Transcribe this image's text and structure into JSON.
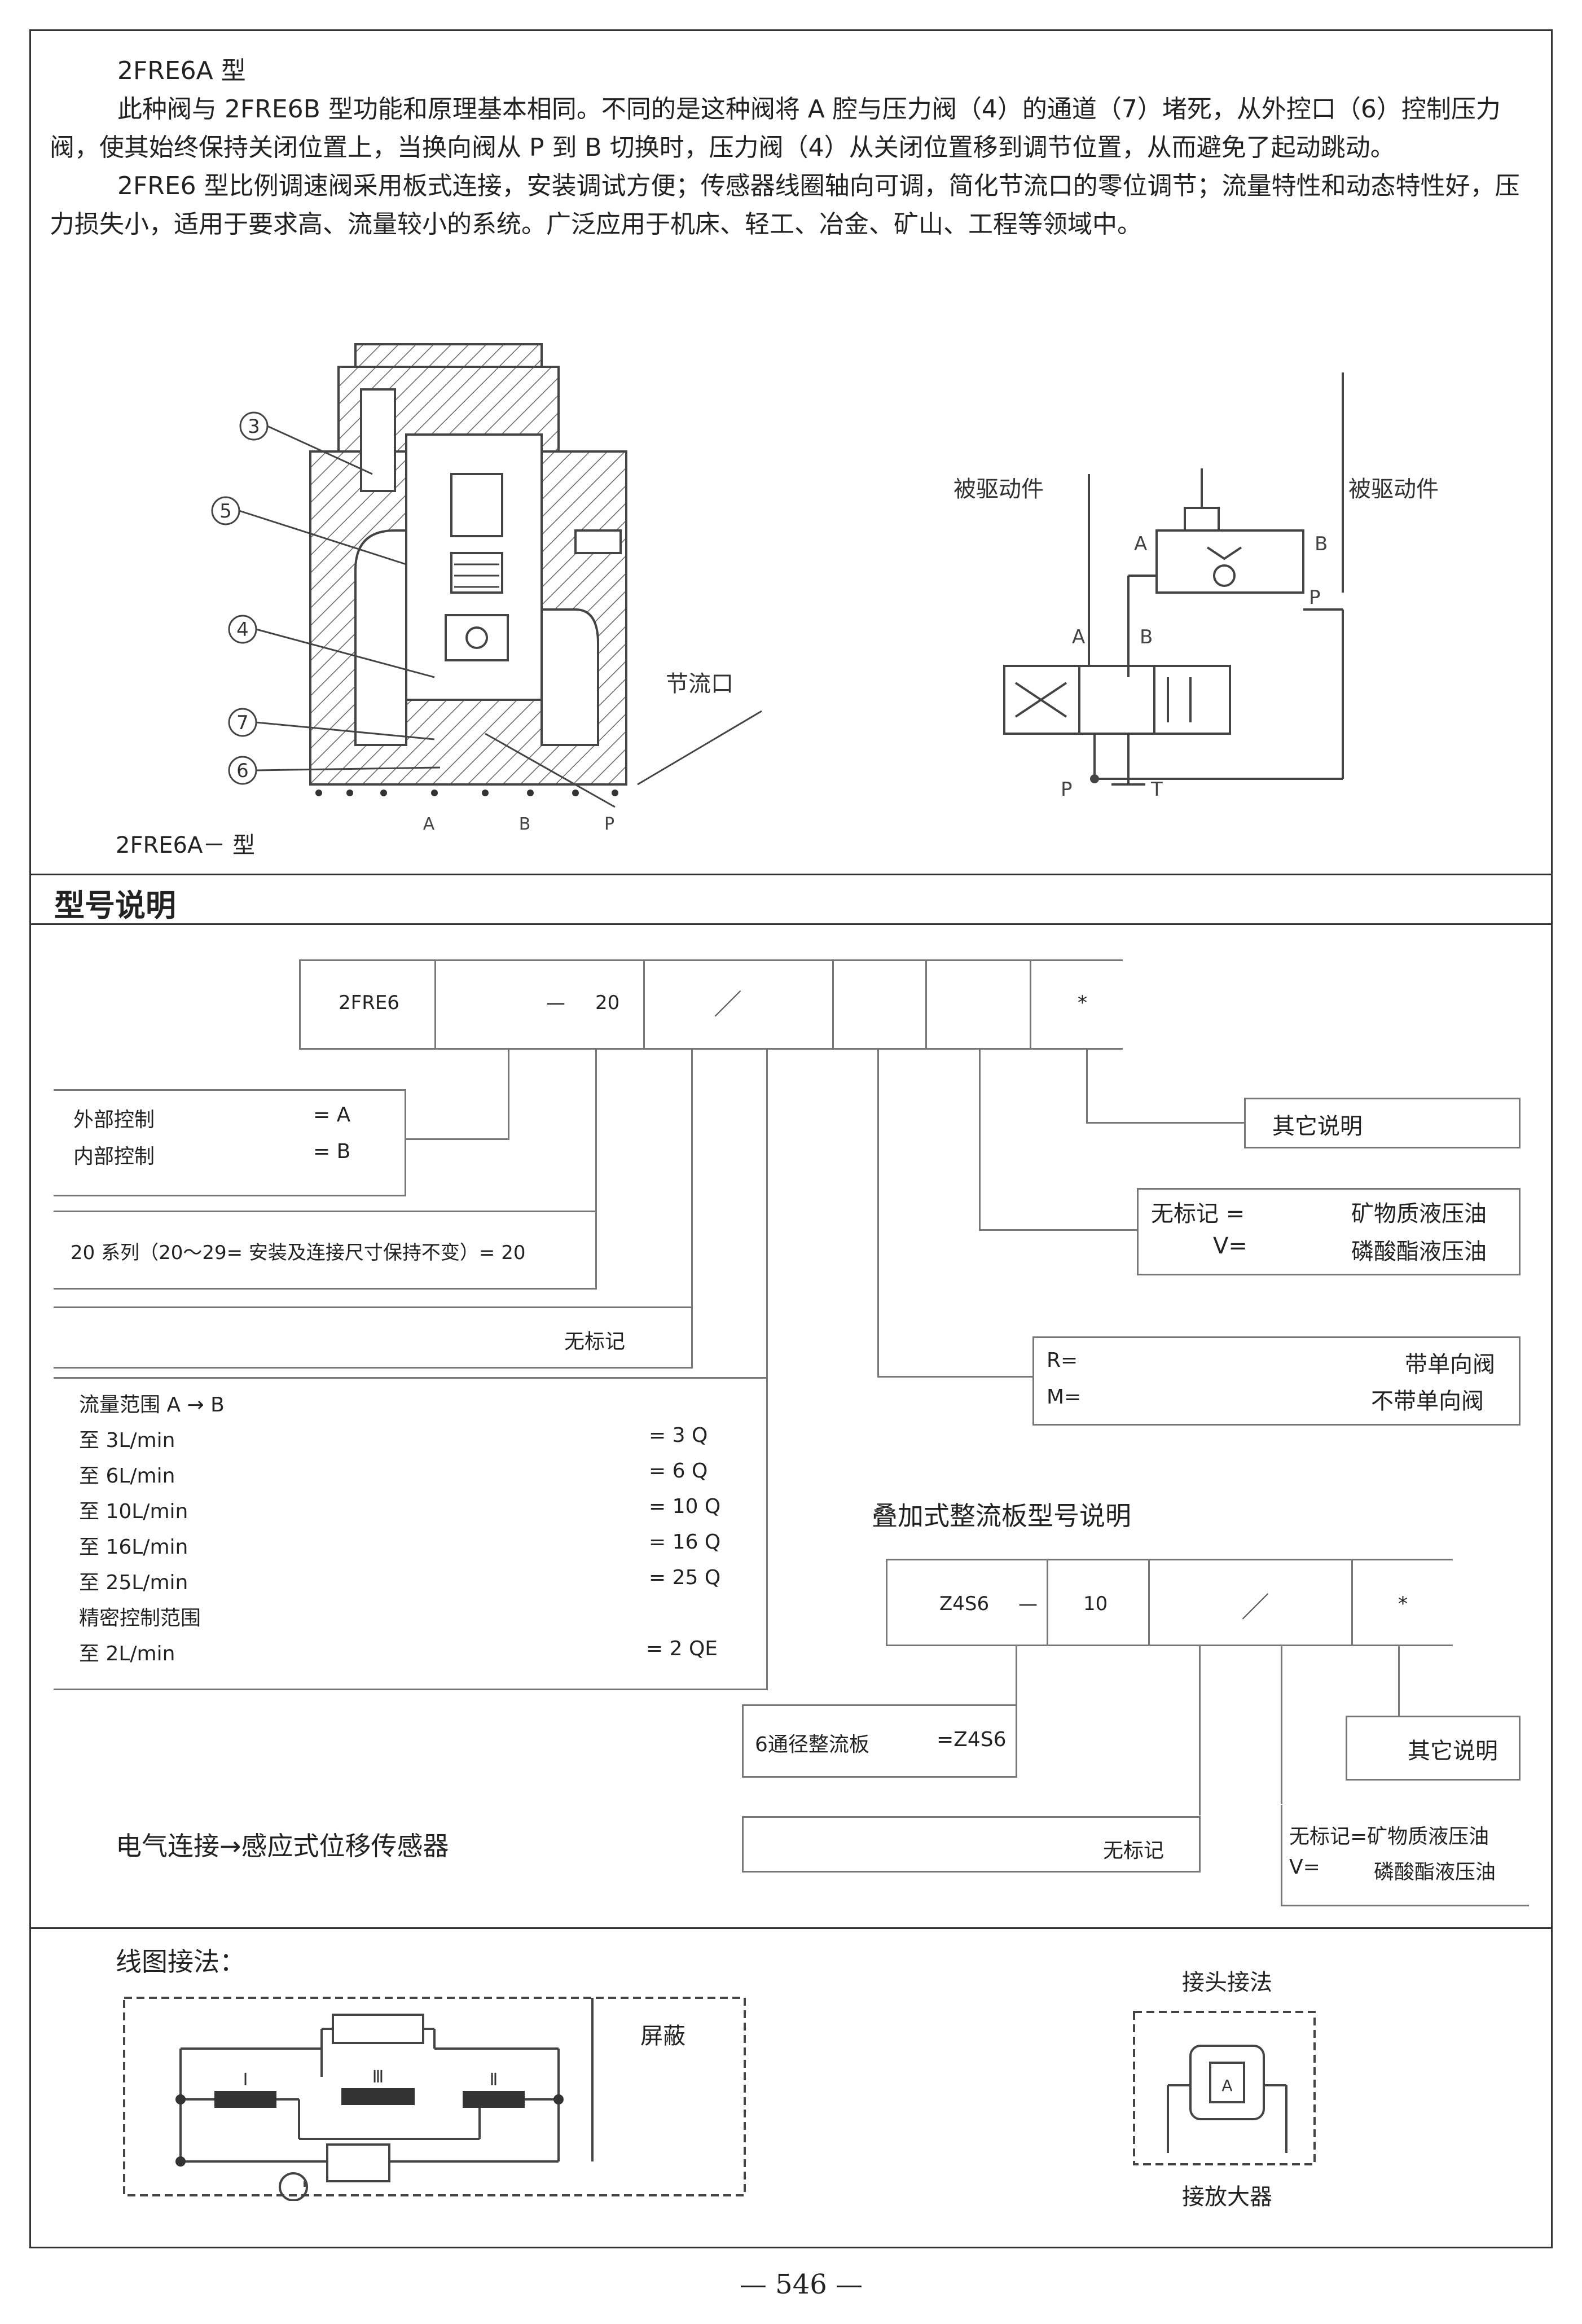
{
  "intro": {
    "heading": "2FRE6A 型",
    "para1": "此种阀与 2FRE6B 型功能和原理基本相同。不同的是这种阀将 A 腔与压力阀（4）的通道（7）堵死，从外控口（6）控制压力阀，使其始终保持关闭位置上，当换向阀从 P 到 B 切换时，压力阀（4）从关闭位置移到调节位置，从而避免了起动跳动。",
    "para2": "2FRE6 型比例调速阀采用板式连接，安装调试方便；传感器线圈轴向可调，简化节流口的零位调节；流量特性和动态特性好，压力损失小，适用于要求高、流量较小的系统。广泛应用于机床、轻工、冶金、矿山、工程等领域中。"
  },
  "section_view": {
    "callouts": [
      "3",
      "5",
      "4",
      "7",
      "6"
    ],
    "port_labels": [
      "A",
      "B",
      "P"
    ],
    "throttle_label": "节流口",
    "caption": "2FRE6A－ 型"
  },
  "schematic": {
    "left_label": "被驱动件",
    "right_label": "被驱动件",
    "port_A": "A",
    "port_B": "B",
    "port_P": "P",
    "port_T": "T"
  },
  "model": {
    "section_title": "型号说明",
    "code_cells": [
      "2FRE6",
      "",
      "—",
      "20",
      "／",
      "",
      "",
      "*"
    ],
    "control_ext": "外部控制",
    "control_ext_code": "= A",
    "control_int": "内部控制",
    "control_int_code": "= B",
    "series": "20 系列（20～29= 安装及连接尺寸保持不变）= 20",
    "no_mark": "无标记",
    "flow_title": "流量范围 A → B",
    "flows": [
      {
        "label": "至  3L/min",
        "code": "= 3   Q"
      },
      {
        "label": "至  6L/min",
        "code": "= 6   Q"
      },
      {
        "label": "至 10L/min",
        "code": "= 10  Q"
      },
      {
        "label": "至 16L/min",
        "code": "= 16  Q"
      },
      {
        "label": "至 25L/min",
        "code": "= 25  Q"
      }
    ],
    "precise_title": "精密控制范围",
    "precise": {
      "label": "至  2L/min",
      "code": "= 2  QE"
    },
    "other": "其它说明",
    "oil_none_label": "无标记 =",
    "oil_none_value": "矿物质液压油",
    "oil_v_label": "V=",
    "oil_v_value": "磷酸酯液压油",
    "check_r_label": "R=",
    "check_r_value": "带单向阀",
    "check_m_label": "M=",
    "check_m_value": "不带单向阀",
    "electric": "电气连接→感应式位移传感器"
  },
  "plate": {
    "title": "叠加式整流板型号说明",
    "code_cells": [
      "Z4S6",
      "—",
      "10",
      "／",
      "*"
    ],
    "plate_label": "6通径整流板",
    "plate_code": "=Z4S6",
    "other": "其它说明",
    "no_mark": "无标记",
    "oil_line1": "无标记=矿物质液压油",
    "oil_v": "V=",
    "oil_v_value": "磷酸酯液压油"
  },
  "wiring": {
    "title": "线图接法：",
    "shield": "屏蔽",
    "coils": [
      "Ⅰ",
      "Ⅲ",
      "Ⅱ"
    ],
    "connector_title": "接头接法",
    "connector_code": "A",
    "amplifier": "接放大器"
  },
  "page_number": "— 546 —"
}
